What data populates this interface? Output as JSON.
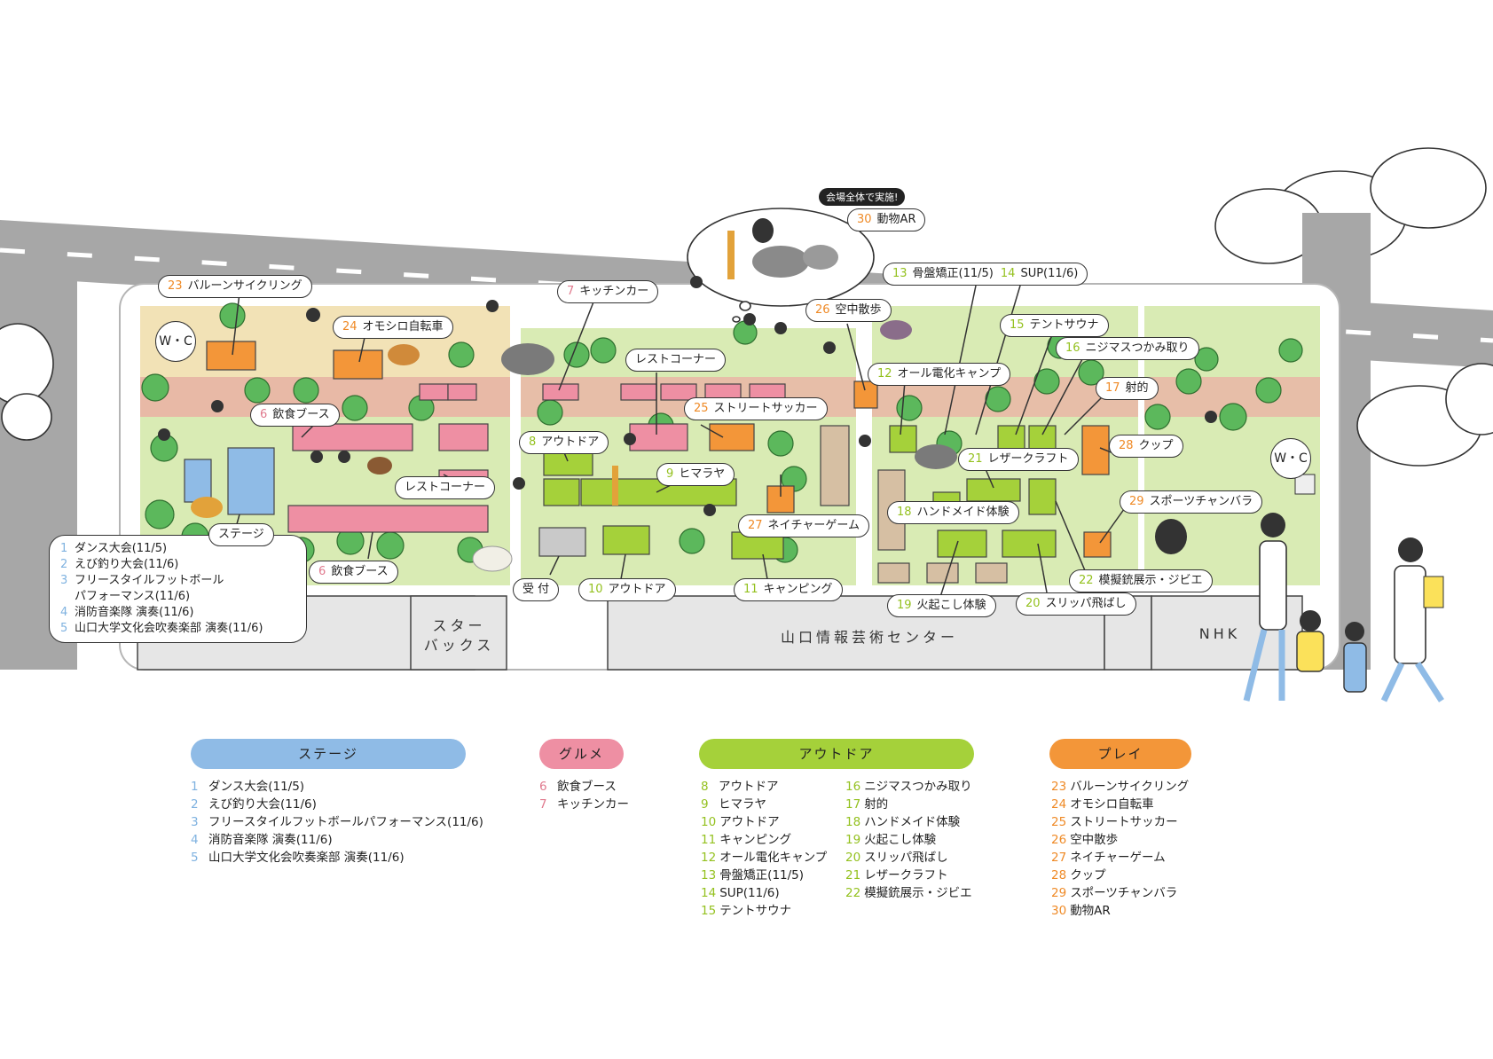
{
  "colors": {
    "stage": "#8fbbe6",
    "gourmet": "#ee8fa3",
    "outdoor": "#a5d13a",
    "play": "#f39639",
    "road": "#a7a7a7",
    "lawn": "#d9ebb4",
    "sand": "#f2e2b6",
    "path": "#e8b9a6",
    "building": "#e6e6e6",
    "tree": "#5cb85c",
    "brown_booth": "#d6bfa3"
  },
  "map_labels": [
    {
      "id": "l23",
      "num": "23",
      "text": "バルーンサイクリング",
      "cat": "play"
    },
    {
      "id": "l24",
      "num": "24",
      "text": "オモシロ自転車",
      "cat": "play"
    },
    {
      "id": "l7",
      "num": "7",
      "text": "キッチンカー",
      "cat": "gourmet"
    },
    {
      "id": "lrest1",
      "num": "",
      "text": "レストコーナー",
      "cat": ""
    },
    {
      "id": "l26",
      "num": "26",
      "text": "空中散歩",
      "cat": "play"
    },
    {
      "id": "l13_14",
      "num": "13",
      "text": "骨盤矯正(11/5)",
      "cat": "outdoor",
      "num2": "14",
      "text2": "SUP(11/6)"
    },
    {
      "id": "l15",
      "num": "15",
      "text": "テントサウナ",
      "cat": "outdoor"
    },
    {
      "id": "l16",
      "num": "16",
      "text": "ニジマスつかみ取り",
      "cat": "outdoor"
    },
    {
      "id": "l12",
      "num": "12",
      "text": "オール電化キャンプ",
      "cat": "outdoor"
    },
    {
      "id": "l17",
      "num": "17",
      "text": "射的",
      "cat": "play"
    },
    {
      "id": "l6a",
      "num": "6",
      "text": "飲食ブース",
      "cat": "gourmet"
    },
    {
      "id": "l25",
      "num": "25",
      "text": "ストリートサッカー",
      "cat": "play"
    },
    {
      "id": "l8",
      "num": "8",
      "text": "アウトドア",
      "cat": "outdoor"
    },
    {
      "id": "l28",
      "num": "28",
      "text": "クップ",
      "cat": "play"
    },
    {
      "id": "l21",
      "num": "21",
      "text": "レザークラフト",
      "cat": "outdoor"
    },
    {
      "id": "l9",
      "num": "9",
      "text": "ヒマラヤ",
      "cat": "outdoor"
    },
    {
      "id": "lrest2",
      "num": "",
      "text": "レストコーナー",
      "cat": ""
    },
    {
      "id": "l29",
      "num": "29",
      "text": "スポーツチャンバラ",
      "cat": "play"
    },
    {
      "id": "l18",
      "num": "18",
      "text": "ハンドメイド体験",
      "cat": "outdoor"
    },
    {
      "id": "l27",
      "num": "27",
      "text": "ネイチャーゲーム",
      "cat": "play"
    },
    {
      "id": "lstage",
      "num": "",
      "text": "ステージ",
      "cat": ""
    },
    {
      "id": "l6b",
      "num": "6",
      "text": "飲食ブース",
      "cat": "gourmet"
    },
    {
      "id": "l22",
      "num": "22",
      "text": "模擬銃展示・ジビエ",
      "cat": "outdoor"
    },
    {
      "id": "luke",
      "num": "",
      "text": "受 付",
      "cat": ""
    },
    {
      "id": "l10",
      "num": "10",
      "text": "アウトドア",
      "cat": "outdoor"
    },
    {
      "id": "l11",
      "num": "11",
      "text": "キャンピング",
      "cat": "outdoor"
    },
    {
      "id": "l19",
      "num": "19",
      "text": "火起こし体験",
      "cat": "outdoor"
    },
    {
      "id": "l20",
      "num": "20",
      "text": "スリッパ飛ばし",
      "cat": "outdoor"
    },
    {
      "id": "l30",
      "num": "30",
      "text": "動物AR",
      "cat": "play"
    }
  ],
  "ar_note": "会場全体で実施!",
  "stage_list": [
    {
      "num": "1",
      "text": "ダンス大会(11/5)"
    },
    {
      "num": "2",
      "text": "えび釣り大会(11/6)"
    },
    {
      "num": "3",
      "text": "フリースタイルフットボール"
    },
    {
      "num": "",
      "text": "パフォーマンス(11/6)"
    },
    {
      "num": "4",
      "text": "消防音楽隊 演奏(11/6)"
    },
    {
      "num": "5",
      "text": "山口大学文化会吹奏楽部 演奏(11/6)"
    }
  ],
  "wc_label": "W・C",
  "buildings": {
    "starbucks_1": "スター",
    "starbucks_2": "バックス",
    "ycam": "山口情報芸術センター",
    "nhk": "NHK"
  },
  "legend": {
    "stage": {
      "title": "ステージ",
      "items": [
        {
          "num": "1",
          "text": "ダンス大会(11/5)"
        },
        {
          "num": "2",
          "text": "えび釣り大会(11/6)"
        },
        {
          "num": "3",
          "text": "フリースタイルフットボールパフォーマンス(11/6)"
        },
        {
          "num": "4",
          "text": "消防音楽隊 演奏(11/6)"
        },
        {
          "num": "5",
          "text": "山口大学文化会吹奏楽部 演奏(11/6)"
        }
      ]
    },
    "gourmet": {
      "title": "グルメ",
      "items": [
        {
          "num": "6",
          "text": "飲食ブース"
        },
        {
          "num": "7",
          "text": "キッチンカー"
        }
      ]
    },
    "outdoor": {
      "title": "アウトドア",
      "items_left": [
        {
          "num": "8",
          "text": "アウトドア"
        },
        {
          "num": "9",
          "text": "ヒマラヤ"
        },
        {
          "num": "10",
          "text": "アウトドア"
        },
        {
          "num": "11",
          "text": "キャンピング"
        },
        {
          "num": "12",
          "text": "オール電化キャンプ"
        },
        {
          "num": "13",
          "text": "骨盤矯正(11/5)"
        },
        {
          "num": "14",
          "text": "SUP(11/6)"
        },
        {
          "num": "15",
          "text": "テントサウナ"
        }
      ],
      "items_right": [
        {
          "num": "16",
          "text": "ニジマスつかみ取り"
        },
        {
          "num": "17",
          "text": "射的"
        },
        {
          "num": "18",
          "text": "ハンドメイド体験"
        },
        {
          "num": "19",
          "text": "火起こし体験"
        },
        {
          "num": "20",
          "text": "スリッパ飛ばし"
        },
        {
          "num": "21",
          "text": "レザークラフト"
        },
        {
          "num": "22",
          "text": "模擬銃展示・ジビエ"
        }
      ]
    },
    "play": {
      "title": "プレイ",
      "items": [
        {
          "num": "23",
          "text": "バルーンサイクリング"
        },
        {
          "num": "24",
          "text": "オモシロ自転車"
        },
        {
          "num": "25",
          "text": "ストリートサッカー"
        },
        {
          "num": "26",
          "text": "空中散歩"
        },
        {
          "num": "27",
          "text": "ネイチャーゲーム"
        },
        {
          "num": "28",
          "text": "クップ"
        },
        {
          "num": "29",
          "text": "スポーツチャンバラ"
        },
        {
          "num": "30",
          "text": "動物AR"
        }
      ]
    }
  }
}
